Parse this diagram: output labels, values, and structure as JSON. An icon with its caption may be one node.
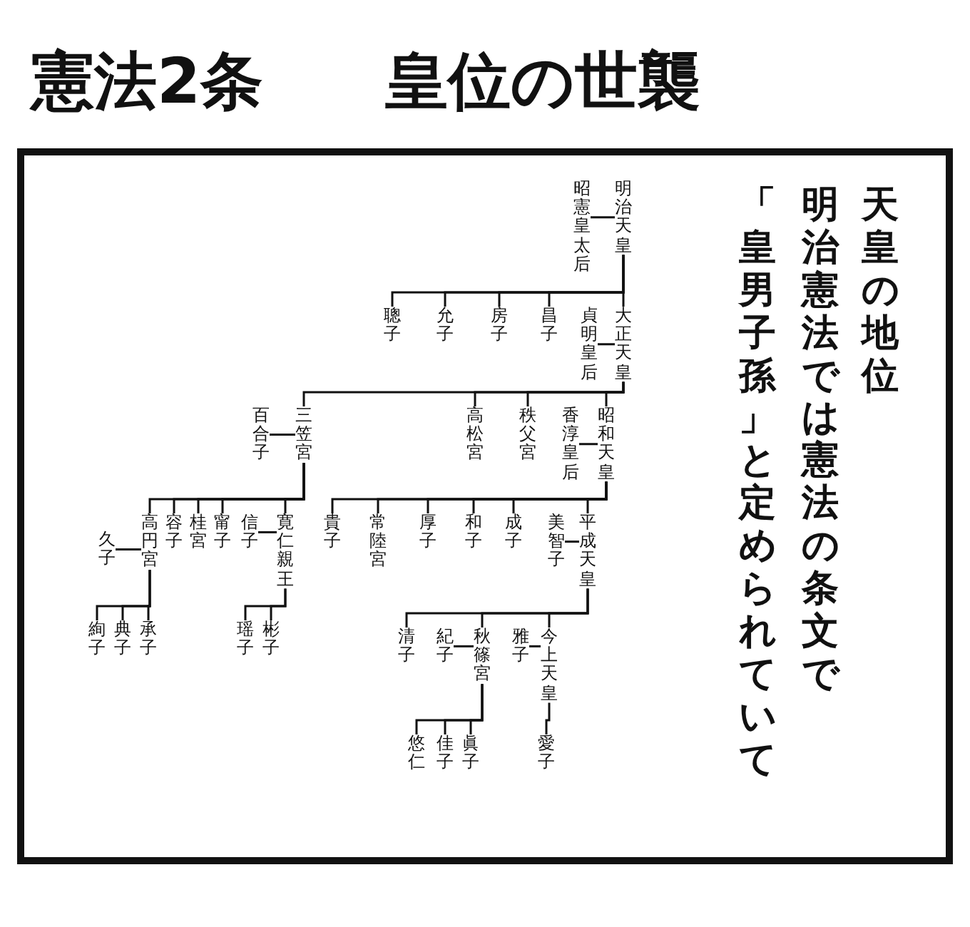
{
  "diagram": {
    "title": "憲法2条 皇位の世襲",
    "nodes": [
      {
        "text": [
          "明治天皇"
        ]
      },
      {
        "text": [
          "昭憲皇太后"
        ]
      },
      {
        "text": [
          "聰子"
        ]
      },
      {
        "text": [
          "允子"
        ]
      },
      {
        "text": [
          "房子"
        ]
      },
      {
        "text": [
          "昌子"
        ]
      },
      {
        "text": [
          "貞明皇后"
        ]
      },
      {
        "text": [
          "大正天皇"
        ]
      },
      {
        "text": [
          "百合子"
        ]
      },
      {
        "text": [
          "三笠宮"
        ]
      },
      {
        "text": [
          "高松宮"
        ]
      },
      {
        "text": [
          "秩父宮"
        ]
      },
      {
        "text": [
          "香淳皇后"
        ]
      },
      {
        "text": [
          "昭和天皇"
        ]
      },
      {
        "text": [
          "高円宮"
        ]
      },
      {
        "text": [
          "容子"
        ]
      },
      {
        "text": [
          "桂宮"
        ]
      },
      {
        "text": [
          "甯子"
        ]
      },
      {
        "text": [
          "信子"
        ]
      },
      {
        "text": [
          "寛仁親王"
        ]
      },
      {
        "text": [
          "瑶子"
        ]
      },
      {
        "text": [
          "彬子"
        ]
      },
      {
        "text": [
          "久子"
        ]
      },
      {
        "text": [
          "絢子"
        ]
      },
      {
        "text": [
          "典子"
        ]
      },
      {
        "text": [
          "承子"
        ]
      },
      {
        "text": [
          "貴子"
        ]
      },
      {
        "text": [
          "常陸宮"
        ]
      },
      {
        "text": [
          "厚子"
        ]
      },
      {
        "text": [
          "和子"
        ]
      },
      {
        "text": [
          "成子"
        ]
      },
      {
        "text": [
          "美智子"
        ]
      },
      {
        "text": [
          "平成天皇"
        ]
      },
      {
        "text": [
          "清子"
        ]
      },
      {
        "text": [
          "紀子"
        ]
      },
      {
        "text": [
          "秋篠宮"
        ]
      },
      {
        "text": [
          "雅子"
        ]
      },
      {
        "text": [
          "今上天皇"
        ]
      },
      {
        "text": [
          "悠仁"
        ]
      },
      {
        "text": [
          "佳子"
        ]
      },
      {
        "text": [
          "眞子"
        ]
      },
      {
        "text": [
          "愛子"
        ]
      }
    ],
    "edges": [
      {
        "from": 1,
        "to": 0,
        "arrow": "none"
      },
      {
        "from": 0,
        "to": 2,
        "arrow": "none"
      },
      {
        "from": 0,
        "to": 3,
        "arrow": "none"
      },
      {
        "from": 0,
        "to": 4,
        "arrow": "none"
      },
      {
        "from": 0,
        "to": 5,
        "arrow": "none"
      },
      {
        "from": 0,
        "to": 7,
        "arrow": "none"
      },
      {
        "from": 6,
        "to": 7,
        "arrow": "none"
      },
      {
        "from": 7,
        "to": 9,
        "arrow": "none"
      },
      {
        "from": 7,
        "to": 10,
        "arrow": "none"
      },
      {
        "from": 7,
        "to": 11,
        "arrow": "none"
      },
      {
        "from": 7,
        "to": 13,
        "arrow": "none"
      },
      {
        "from": 8,
        "to": 9,
        "arrow": "none"
      },
      {
        "from": 12,
        "to": 13,
        "arrow": "none"
      },
      {
        "from": 9,
        "to": 14,
        "arrow": "none"
      },
      {
        "from": 9,
        "to": 15,
        "arrow": "none"
      },
      {
        "from": 9,
        "to": 16,
        "arrow": "none"
      },
      {
        "from": 9,
        "to": 17,
        "arrow": "none"
      },
      {
        "from": 9,
        "to": 19,
        "arrow": "none"
      },
      {
        "from": 18,
        "to": 19,
        "arrow": "none"
      },
      {
        "from": 19,
        "to": 20,
        "arrow": "none"
      },
      {
        "from": 19,
        "to": 21,
        "arrow": "none"
      },
      {
        "from": 22,
        "to": 14,
        "arrow": "none"
      },
      {
        "from": 14,
        "to": 23,
        "arrow": "none"
      },
      {
        "from": 14,
        "to": 24,
        "arrow": "none"
      },
      {
        "from": 14,
        "to": 25,
        "arrow": "none"
      },
      {
        "from": 13,
        "to": 26,
        "arrow": "none"
      },
      {
        "from": 13,
        "to": 27,
        "arrow": "none"
      },
      {
        "from": 13,
        "to": 28,
        "arrow": "none"
      },
      {
        "from": 13,
        "to": 29,
        "arrow": "none"
      },
      {
        "from": 13,
        "to": 30,
        "arrow": "none"
      },
      {
        "from": 13,
        "to": 32,
        "arrow": "none"
      },
      {
        "from": 31,
        "to": 32,
        "arrow": "none"
      },
      {
        "from": 32,
        "to": 33,
        "arrow": "none"
      },
      {
        "from": 32,
        "to": 35,
        "arrow": "none"
      },
      {
        "from": 32,
        "to": 37,
        "arrow": "none"
      },
      {
        "from": 34,
        "to": 35,
        "arrow": "none"
      },
      {
        "from": 36,
        "to": 37,
        "arrow": "none"
      },
      {
        "from": 35,
        "to": 38,
        "arrow": "none"
      },
      {
        "from": 35,
        "to": 39,
        "arrow": "none"
      },
      {
        "from": 35,
        "to": 40,
        "arrow": "none"
      },
      {
        "from": 37,
        "to": 41,
        "arrow": "none"
      }
    ],
    "labels": [
      "天皇の地位",
      "明治憲法では憲法の条文で",
      "「皇男子孫」と定められていて"
    ]
  }
}
